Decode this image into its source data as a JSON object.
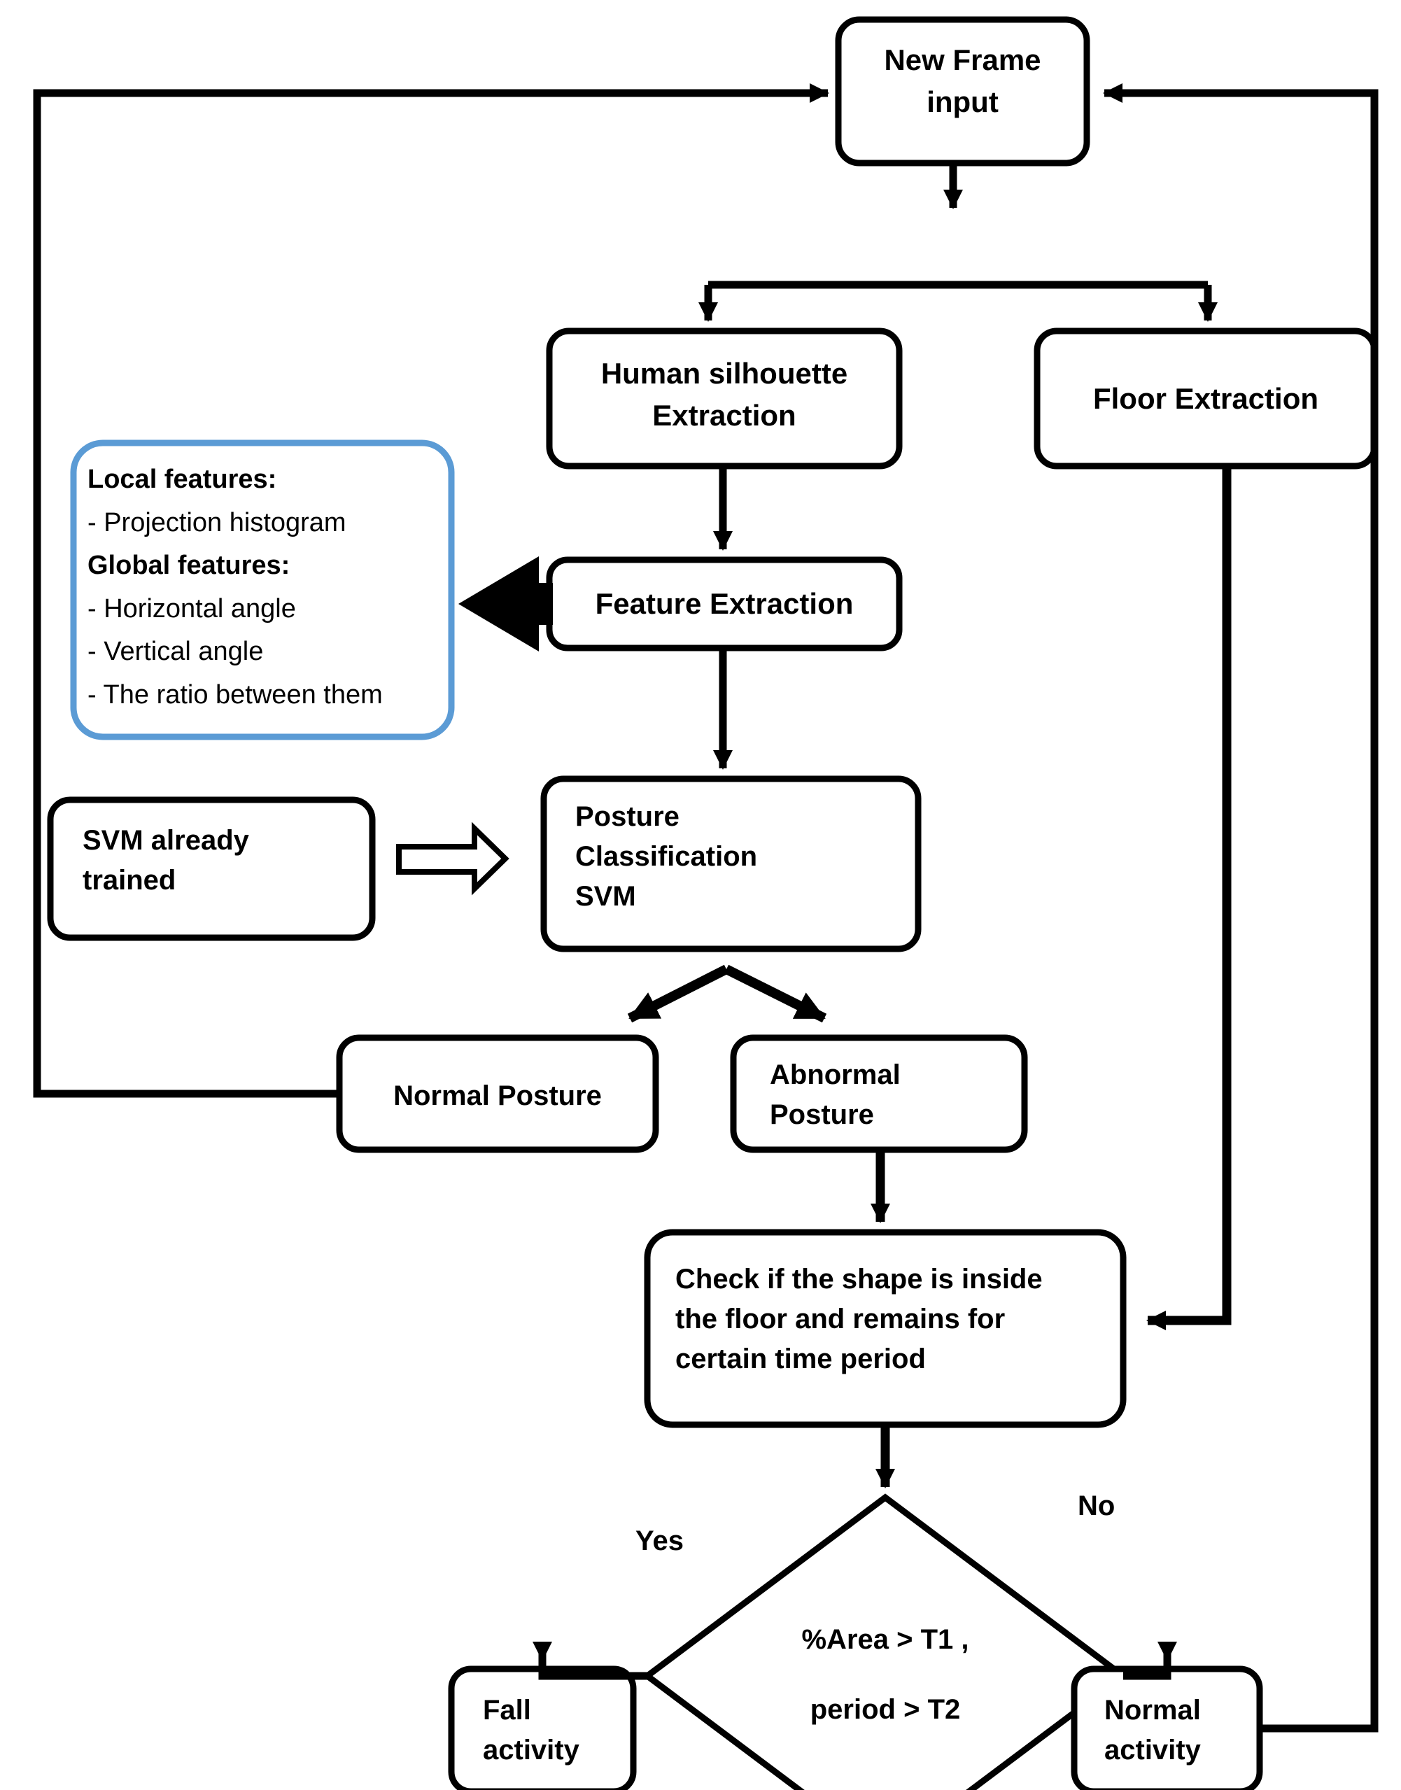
{
  "diagram": {
    "title": "Fall detection flowchart",
    "colors": {
      "stroke": "#000000",
      "accent_blue": "#5B9BD5",
      "background": "#FFFFFF"
    },
    "nodes": {
      "new_frame": "New Frame\ninput",
      "human_silhouette": "Human silhouette\nExtraction",
      "floor_extraction": "Floor Extraction",
      "feature_extraction": "Feature Extraction",
      "svm_trained": "SVM already\ntrained",
      "posture_classification": "Posture\nClassification\nSVM",
      "normal_posture": "Normal Posture",
      "abnormal_posture": "Abnormal\nPosture",
      "check_shape": "Check if the shape is inside\nthe floor and remains for\ncertain time period",
      "decision_line1": "%Area > T1 ,",
      "decision_line2": "period > T2",
      "fall_activity": "Fall\nactivity",
      "normal_activity": "Normal\nactivity"
    },
    "feature_panel": {
      "local_header": "Local features:",
      "local_items": [
        "- Projection histogram"
      ],
      "global_header": "Global features:",
      "global_items": [
        "- Horizontal angle",
        "- Vertical angle",
        "- The ratio between them"
      ]
    },
    "edge_labels": {
      "yes": "Yes",
      "no": "No"
    }
  }
}
